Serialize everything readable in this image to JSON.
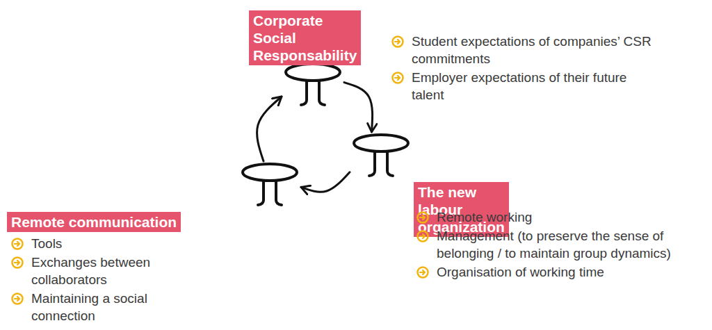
{
  "diagram": {
    "nodes": [
      {
        "text": [
          "Corporate Social Responsability",
          "Student expectations of companies’ CSR commitments",
          "Employer expectations of their future talent"
        ]
      },
      {
        "text": [
          "The new labour organization",
          "Remote working",
          "Management (to preserve the sense of belonging / to maintain group dynamics)",
          "Organisation of working time"
        ]
      },
      {
        "text": [
          "Remote communication",
          "Tools",
          "Exchanges between collaborators",
          "Maintaining a social connection"
        ]
      }
    ],
    "edges": [
      {
        "from": 0,
        "to": 1,
        "arrow": "to"
      },
      {
        "from": 1,
        "to": 2,
        "arrow": "to"
      },
      {
        "from": 2,
        "to": 0,
        "arrow": "to"
      }
    ]
  }
}
